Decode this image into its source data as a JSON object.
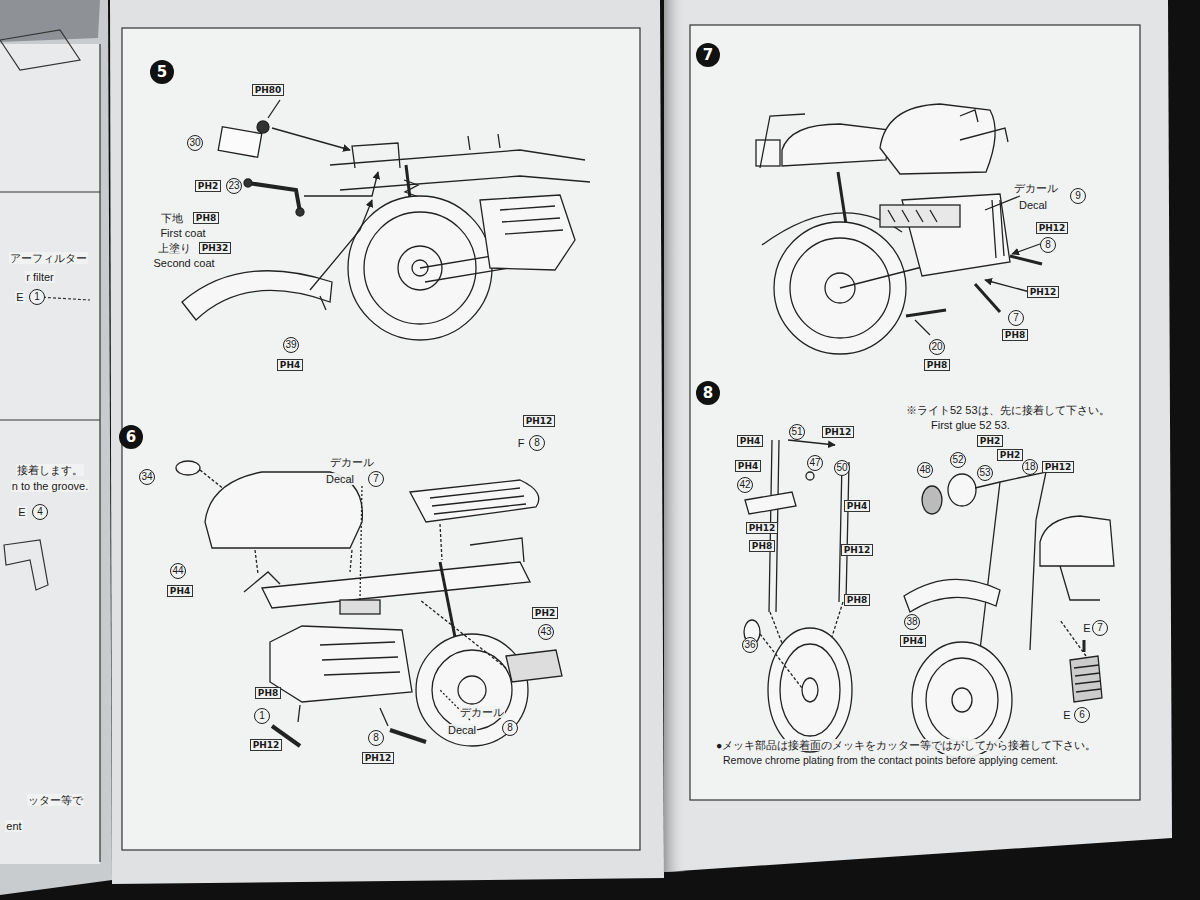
{
  "diagram": {
    "nodes": [
      {
        "text": [
          "1"
        ]
      },
      {
        "text": [
          "4"
        ]
      },
      {
        "text": [
          "5"
        ]
      },
      {
        "text": [
          "30"
        ]
      },
      {
        "text": [
          "23"
        ]
      },
      {
        "text": [
          "39"
        ]
      },
      {
        "text": [
          "6"
        ]
      },
      {
        "text": [
          "34"
        ]
      },
      {
        "text": [
          "7"
        ]
      },
      {
        "text": [
          "8"
        ]
      },
      {
        "text": [
          "44"
        ]
      },
      {
        "text": [
          "43"
        ]
      },
      {
        "text": [
          "1"
        ]
      },
      {
        "text": [
          "8"
        ]
      },
      {
        "text": [
          "8"
        ]
      },
      {
        "text": [
          "7"
        ]
      },
      {
        "text": [
          "9"
        ]
      },
      {
        "text": [
          "8"
        ]
      },
      {
        "text": [
          "7"
        ]
      },
      {
        "text": [
          "20"
        ]
      },
      {
        "text": [
          "8"
        ]
      },
      {
        "text": [
          "51"
        ]
      },
      {
        "text": [
          "47"
        ]
      },
      {
        "text": [
          "42"
        ]
      },
      {
        "text": [
          "50"
        ]
      },
      {
        "text": [
          "36"
        ]
      },
      {
        "text": [
          "52"
        ]
      },
      {
        "text": [
          "53"
        ]
      },
      {
        "text": [
          "48"
        ]
      },
      {
        "text": [
          "18"
        ]
      },
      {
        "text": [
          "38"
        ]
      },
      {
        "text": [
          "7"
        ]
      },
      {
        "text": [
          "6"
        ]
      }
    ],
    "labels": [
      "アーフィルター",
      "r filter",
      "E",
      "接着します。",
      "n to the groove.",
      "E",
      "ッター等で",
      "ent",
      "PH80",
      "PH2",
      "下地",
      "PH8",
      "First coat",
      "上塗り",
      "PH32",
      "Second coat",
      "PH4",
      "PH12",
      "F",
      "デカール",
      "Decal",
      "PH4",
      "PH2",
      "PH8",
      "PH12",
      "デカール",
      "Decal",
      "PH12",
      "デカール",
      "Decal",
      "PH12",
      "PH12",
      "PH8",
      "PH8",
      "※ライト52 53は、先に接着して下さい。",
      "First glue 52 53.",
      "PH12",
      "PH4",
      "PH4",
      "PH4",
      "PH12",
      "PH8",
      "PH12",
      "PH8",
      "PH2",
      "PH2",
      "PH12",
      "PH4",
      "E",
      "E",
      "●メッキ部品は接着面のメッキをカッター等ではがしてから接着して下さい。",
      "Remove chrome plating from the contact points before applying cement."
    ]
  }
}
